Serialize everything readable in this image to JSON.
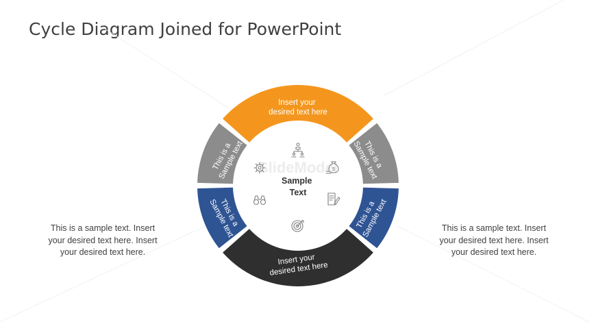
{
  "slide": {
    "title": "Cycle Diagram Joined for PowerPoint",
    "left_text": [
      "This is a sample text. Insert",
      "your desired text here. Insert",
      "your desired text here."
    ],
    "right_text": [
      "This is a sample text. Insert",
      "your desired text here. Insert",
      "your desired text here."
    ]
  },
  "diagram": {
    "center": [
      "Sample",
      "Text"
    ],
    "segments": {
      "top": {
        "lines": [
          "Insert your",
          "desired text here"
        ],
        "color": "#f4961e"
      },
      "bottom": {
        "lines": [
          "Insert your",
          "desired text here"
        ],
        "color": "#2f2f2f"
      },
      "upper_left": {
        "lines": [
          "This is a",
          "Sample text"
        ],
        "color": "#8c8c8c"
      },
      "upper_right": {
        "lines": [
          "This is a",
          "Sample text"
        ],
        "color": "#8c8c8c"
      },
      "lower_left": {
        "lines": [
          "This is a",
          "Sample text"
        ],
        "color": "#2f5494"
      },
      "lower_right": {
        "lines": [
          "This is a",
          "Sample text"
        ],
        "color": "#2f5494"
      }
    },
    "icons": [
      "org-chart-icon",
      "money-bag-icon",
      "gear-icon",
      "binoculars-icon",
      "document-pen-icon",
      "target-icon"
    ],
    "watermark": "SlideModel"
  }
}
